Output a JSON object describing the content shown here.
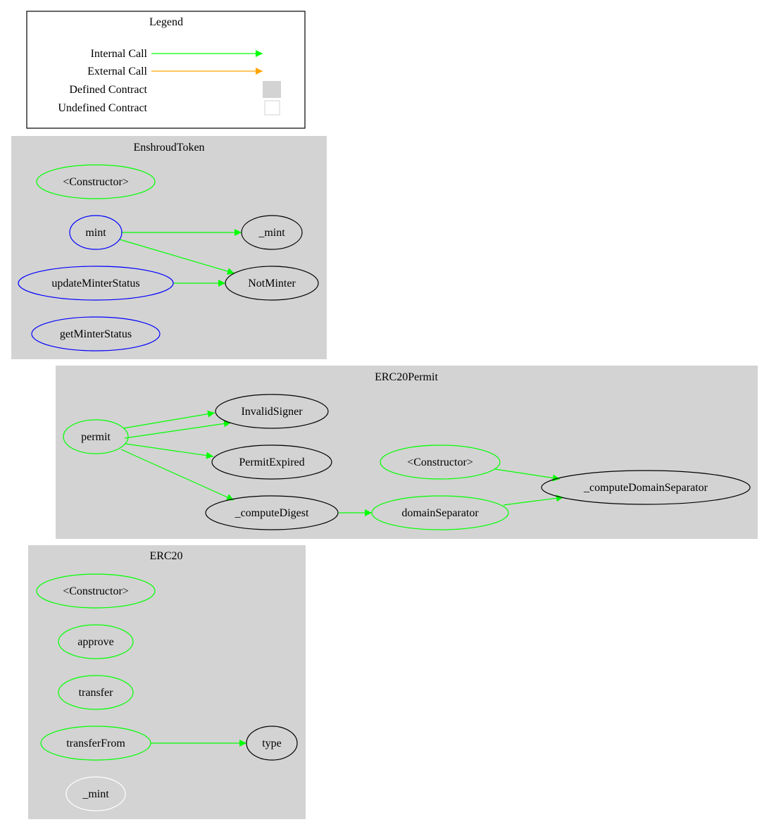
{
  "legend": {
    "title": "Legend",
    "items": [
      {
        "label": "Internal Call",
        "kind": "arrow",
        "color": "#00ff00"
      },
      {
        "label": "External Call",
        "kind": "arrow",
        "color": "#ffa500"
      },
      {
        "label": "Defined Contract",
        "kind": "filled-box",
        "color": "#d3d3d3"
      },
      {
        "label": "Undefined Contract",
        "kind": "empty-box",
        "color": "#d3d3d3"
      }
    ]
  },
  "colors": {
    "internal": "#00ff00",
    "external": "#ffa500",
    "public": "#0000ff",
    "undefined": "#000000",
    "inherited": "#ffffff",
    "cluster": "#d3d3d3"
  },
  "clusters": [
    {
      "id": "enshroud",
      "label": "EnshroudToken",
      "nodes": [
        {
          "id": "ens_ctor",
          "label": "<Constructor>",
          "color": "#00ff00"
        },
        {
          "id": "ens_mint",
          "label": "mint",
          "color": "#0000ff"
        },
        {
          "id": "ens__mint",
          "label": "_mint",
          "color": "#000000"
        },
        {
          "id": "ens_update",
          "label": "updateMinterStatus",
          "color": "#0000ff"
        },
        {
          "id": "ens_notminter",
          "label": "NotMinter",
          "color": "#000000"
        },
        {
          "id": "ens_get",
          "label": "getMinterStatus",
          "color": "#0000ff"
        }
      ]
    },
    {
      "id": "permit",
      "label": "ERC20Permit",
      "nodes": [
        {
          "id": "p_permit",
          "label": "permit",
          "color": "#00ff00"
        },
        {
          "id": "p_invalid",
          "label": "InvalidSigner",
          "color": "#000000"
        },
        {
          "id": "p_expired",
          "label": "PermitExpired",
          "color": "#000000"
        },
        {
          "id": "p_digest",
          "label": "_computeDigest",
          "color": "#000000"
        },
        {
          "id": "p_ctor",
          "label": "<Constructor>",
          "color": "#00ff00"
        },
        {
          "id": "p_domain",
          "label": "domainSeparator",
          "color": "#00ff00"
        },
        {
          "id": "p_compute",
          "label": "_computeDomainSeparator",
          "color": "#000000"
        }
      ]
    },
    {
      "id": "erc20",
      "label": "ERC20",
      "nodes": [
        {
          "id": "e_ctor",
          "label": "<Constructor>",
          "color": "#00ff00"
        },
        {
          "id": "e_approve",
          "label": "approve",
          "color": "#00ff00"
        },
        {
          "id": "e_transfer",
          "label": "transfer",
          "color": "#00ff00"
        },
        {
          "id": "e_transferFrom",
          "label": "transferFrom",
          "color": "#00ff00"
        },
        {
          "id": "e_type",
          "label": "type",
          "color": "#000000"
        },
        {
          "id": "e__mint",
          "label": "_mint",
          "color": "#ffffff"
        }
      ]
    }
  ],
  "edges": [
    {
      "from": "ens_mint",
      "to": "ens__mint",
      "type": "internal"
    },
    {
      "from": "ens_mint",
      "to": "ens_notminter",
      "type": "internal"
    },
    {
      "from": "ens_update",
      "to": "ens_notminter",
      "type": "internal"
    },
    {
      "from": "p_permit",
      "to": "p_invalid",
      "type": "internal"
    },
    {
      "from": "p_permit",
      "to": "p_invalid",
      "type": "internal"
    },
    {
      "from": "p_permit",
      "to": "p_expired",
      "type": "internal"
    },
    {
      "from": "p_permit",
      "to": "p_digest",
      "type": "internal"
    },
    {
      "from": "p_digest",
      "to": "p_domain",
      "type": "internal"
    },
    {
      "from": "p_ctor",
      "to": "p_compute",
      "type": "internal"
    },
    {
      "from": "p_domain",
      "to": "p_compute",
      "type": "internal"
    },
    {
      "from": "e_transferFrom",
      "to": "e_type",
      "type": "internal"
    }
  ]
}
